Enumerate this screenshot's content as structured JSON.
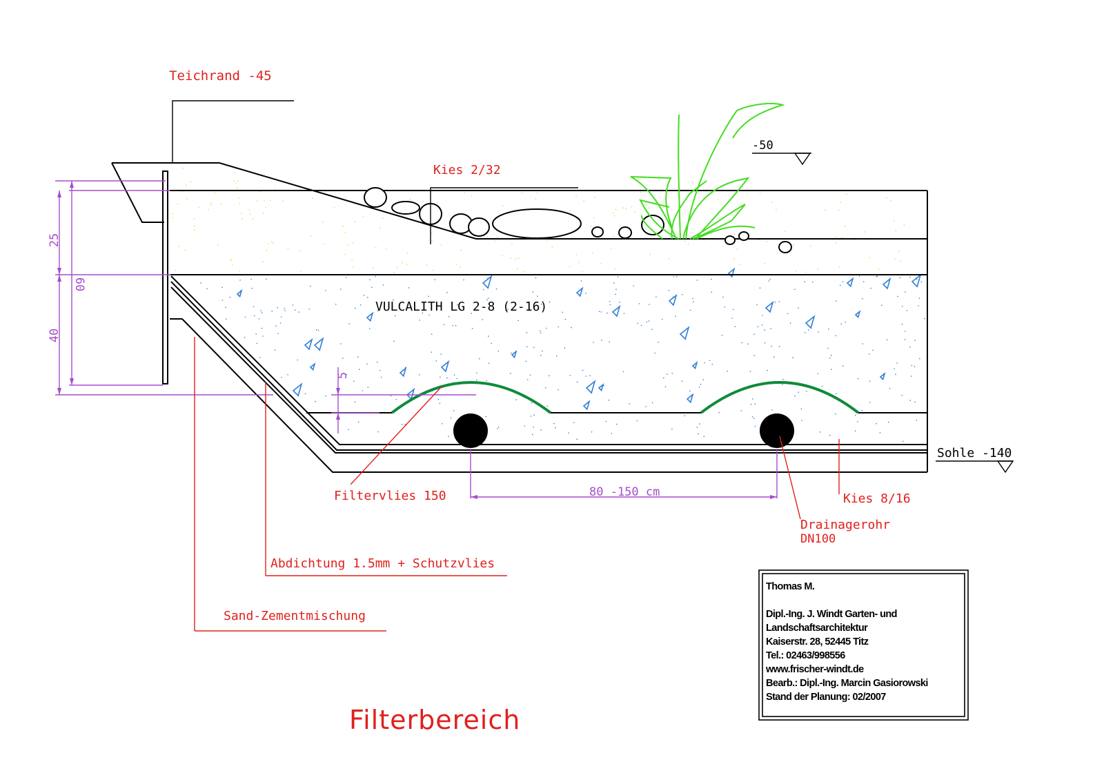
{
  "title": "Filterbereich",
  "labels": {
    "teichrand": "Teichrand  -45",
    "level_50": "-50",
    "kies_2_32": "Kies 2/32",
    "vulcalith": "VULCALITH LG 2-8 (2-16)",
    "filtervlies": "Filtervlies 150",
    "abdichtung": "Abdichtung 1.5mm + Schutzvlies",
    "sand_zement": "Sand-Zementmischung",
    "sohle": "Sohle -140",
    "kies_8_16": "Kies 8/16",
    "drainage_line1": "Drainagerohr",
    "drainage_line2": "DN100",
    "spacing": "80 -150 cm"
  },
  "dimensions": {
    "d25": "25",
    "d40": "40",
    "d60": "60",
    "d5": "5"
  },
  "title_block": {
    "name": "Thomas M.",
    "lines": [
      "Dipl.-Ing. J. Windt Garten- und",
      "Landschaftsarchitektur",
      "Kaiserstr. 28, 52445 Titz",
      "Tel.: 02463/998556",
      "www.frischer-windt.de",
      "Bearb.: Dipl.-Ing. Marcin Gasiorowski",
      "Stand der Planung: 02/2007"
    ]
  },
  "colors": {
    "label": "#e0201c",
    "dimension": "#a64dcc",
    "filter_fleece": "#0f8a3a",
    "plant": "#44dd22",
    "vulcalith_marks": "#2f7fd6",
    "gravel_dots": "#e8e060"
  }
}
